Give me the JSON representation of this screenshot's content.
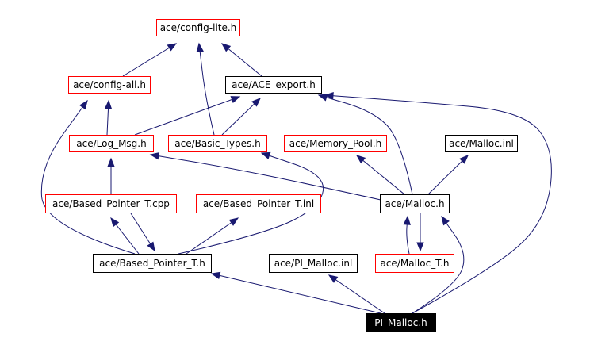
{
  "graph": {
    "root": "PI_Malloc.h",
    "nodes": {
      "config_lite": "ace/config-lite.h",
      "config_all": "ace/config-all.h",
      "ace_export": "ace/ACE_export.h",
      "log_msg": "ace/Log_Msg.h",
      "basic_types": "ace/Basic_Types.h",
      "memory_pool": "ace/Memory_Pool.h",
      "malloc_inl": "ace/Malloc.inl",
      "based_pointer_cpp": "ace/Based_Pointer_T.cpp",
      "based_pointer_inl": "ace/Based_Pointer_T.inl",
      "malloc_h": "ace/Malloc.h",
      "based_pointer_h": "ace/Based_Pointer_T.h",
      "pi_malloc_inl": "ace/PI_Malloc.inl",
      "malloc_t": "ace/Malloc_T.h",
      "pi_malloc": "PI_Malloc.h"
    },
    "edges": [
      [
        "config_all",
        "config_lite"
      ],
      [
        "basic_types",
        "config_lite"
      ],
      [
        "ace_export",
        "config_lite"
      ],
      [
        "log_msg",
        "config_all"
      ],
      [
        "based_pointer_h",
        "config_all"
      ],
      [
        "log_msg",
        "ace_export"
      ],
      [
        "basic_types",
        "ace_export"
      ],
      [
        "malloc_h",
        "ace_export"
      ],
      [
        "pi_malloc",
        "ace_export"
      ],
      [
        "based_pointer_cpp",
        "log_msg"
      ],
      [
        "malloc_h",
        "log_msg"
      ],
      [
        "based_pointer_h",
        "basic_types"
      ],
      [
        "based_pointer_h",
        "based_pointer_cpp"
      ],
      [
        "based_pointer_cpp",
        "based_pointer_h"
      ],
      [
        "based_pointer_h",
        "based_pointer_inl"
      ],
      [
        "malloc_h",
        "memory_pool"
      ],
      [
        "malloc_h",
        "malloc_inl"
      ],
      [
        "malloc_h",
        "malloc_t"
      ],
      [
        "malloc_t",
        "malloc_h"
      ],
      [
        "pi_malloc",
        "malloc_h"
      ],
      [
        "pi_malloc",
        "based_pointer_h"
      ],
      [
        "pi_malloc",
        "pi_malloc_inl"
      ]
    ]
  },
  "colors": {
    "edge": "#191970",
    "undocumented_border": "#ff0000",
    "documented_border": "#000000",
    "root_fill": "#000000",
    "root_text": "#ffffff"
  }
}
